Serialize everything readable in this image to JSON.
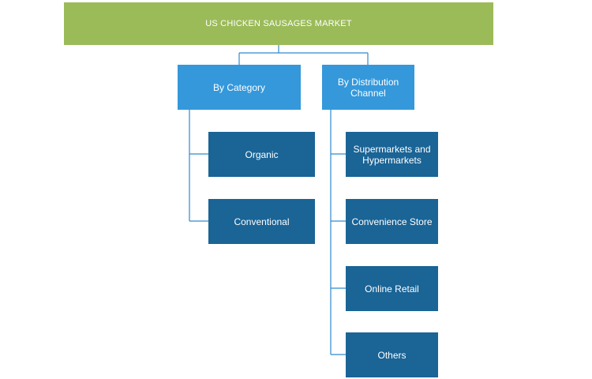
{
  "root": {
    "label": "US CHICKEN SAUSAGES MARKET"
  },
  "categories": [
    {
      "label": "By Category",
      "items": [
        "Organic",
        "Conventional"
      ]
    },
    {
      "label": "By Distribution Channel",
      "items": [
        "Supermarkets and Hypermarkets",
        "Convenience Store",
        "Online Retail",
        "Others"
      ]
    }
  ],
  "colors": {
    "root": "#9bbb59",
    "category": "#3498db",
    "leaf": "#1a6496",
    "connector": "#2f8ad0"
  }
}
